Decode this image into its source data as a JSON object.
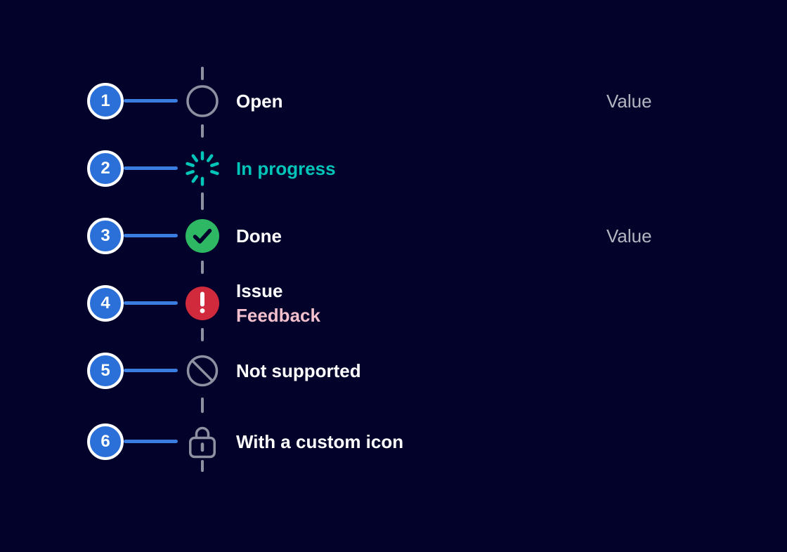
{
  "theme": {
    "background": "#02022A",
    "badge-blue": "#2A70D8",
    "connector-blue": "#3A7CE0",
    "teal": "#00C5B8",
    "green": "#2EB864",
    "red": "#D12A3C",
    "pink": "#F2BFCC",
    "gray": "#8E91A1",
    "value-gray": "#B5B5C2"
  },
  "timeline": {
    "steps": [
      {
        "number": "1",
        "label": "Open",
        "icon": "circle-outline-icon",
        "value": "Value"
      },
      {
        "number": "2",
        "label": "In progress",
        "icon": "spinner-icon"
      },
      {
        "number": "3",
        "label": "Done",
        "icon": "check-circle-icon",
        "value": "Value"
      },
      {
        "number": "4",
        "label": "Issue",
        "sublabel": "Feedback",
        "icon": "exclamation-circle-icon"
      },
      {
        "number": "5",
        "label": "Not supported",
        "icon": "no-entry-icon"
      },
      {
        "number": "6",
        "label": "With a custom icon",
        "icon": "lock-icon"
      }
    ]
  }
}
